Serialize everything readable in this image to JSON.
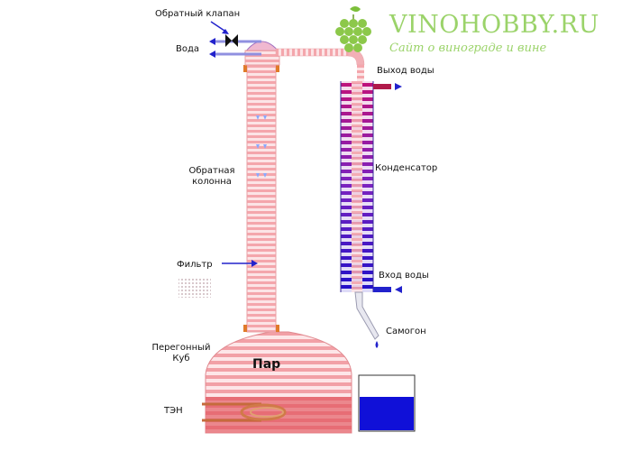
{
  "brand": {
    "name": "VINOHOBBY.RU",
    "tagline": "Сайт о винограде и вине"
  },
  "labels": {
    "check_valve": "Обратный клапан",
    "water": "Вода",
    "water_out": "Выход воды",
    "reflux_column_line1": "Обратная",
    "reflux_column_line2": "колонна",
    "condenser": "Конденсатор",
    "filter": "Фильтр",
    "water_in": "Вход воды",
    "product": "Самогон",
    "still_line1": "Перегонный",
    "still_line2": "Куб",
    "steam": "Пар",
    "heater": "ТЭН"
  },
  "colors": {
    "column_pink": "#f4a6ac",
    "stripe_light": "#fce4e6",
    "condenser_top": "#c0127a",
    "condenser_bottom": "#2010c8",
    "water_blue": "#2222cc",
    "copper": "#c56b3c",
    "logo_green": "#9bd36a"
  }
}
